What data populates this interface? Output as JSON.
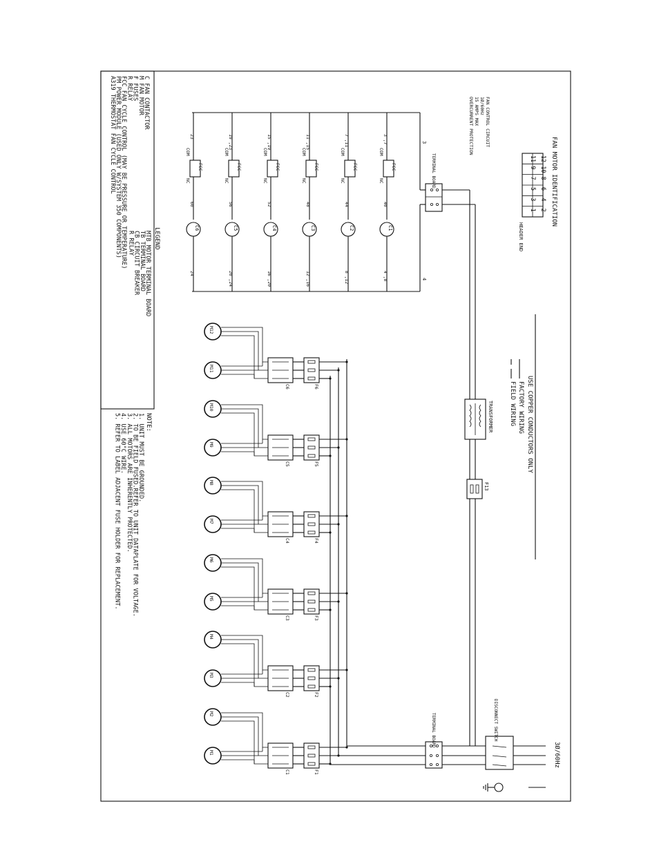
{
  "title": "FAN MOTOR IDENTIFICATION",
  "header_top": [
    "12",
    "10",
    "8",
    "6",
    "4",
    "2"
  ],
  "header_bottom": [
    "11",
    "9",
    "7",
    "5",
    "3",
    "1"
  ],
  "header_end": "HEADER END",
  "fan_control": {
    "lines": [
      "FAN CONTROL CIRCUIT",
      "1Ø/60Hz",
      "15 AMPS MAX",
      "OVERCURRENT PROTECTION"
    ]
  },
  "terminal_board_top": "TERMINAL BOARD",
  "terminal_board_bottom": "TERMINAL BOARD",
  "wire_3": "3",
  "wire_4": "4",
  "fcc_rows": [
    {
      "left": "3 ,7",
      "right": "40",
      "c": "C1",
      "far": "4 ,8"
    },
    {
      "left": "7 ,11",
      "right": "44",
      "c": "C2",
      "far": "8 ,12"
    },
    {
      "left": "11 ,15",
      "right": "48",
      "c": "C3",
      "far": "12 ,16"
    },
    {
      "left": "15 ,19",
      "right": "52",
      "c": "C4",
      "far": "16 ,20"
    },
    {
      "left": "19 ,23",
      "right": "56",
      "c": "C5",
      "far": "20 ,24"
    },
    {
      "left": "23",
      "right": "60",
      "c": "C6",
      "far": "24"
    }
  ],
  "fcc_label": "FCC",
  "com_label": "COM",
  "nc_label": "NC",
  "wiring_note": [
    "USE COPPER CONDUCTORS ONLY",
    "FACTORY WIRING",
    "FIELD WIRING"
  ],
  "transformer": "TRANSFORMER",
  "fuse_f13": "F13",
  "disconnect": "DISCONNECT SWITCH",
  "power": "3Ø/60Hz",
  "motors": [
    "M12",
    "M11",
    "M10",
    "M9",
    "M8",
    "M7",
    "M6",
    "M5",
    "M4",
    "M3",
    "M2",
    "M1"
  ],
  "contactors": [
    "C6",
    "C5",
    "C4",
    "C3",
    "C2",
    "C1"
  ],
  "fuses": [
    "F6",
    "F5",
    "F4",
    "F3",
    "F2",
    "F1"
  ],
  "legend": {
    "title": "LEGEND",
    "left": [
      "C   FAN CONTACTOR",
      "M   FAN MOTOR",
      "F   FUSES",
      "R   RELAY",
      "FCC  FAN CYCLE CONTROL (MAY BE PRESSURE OR TEMPERATURE)",
      "PM   POWER MODULE (USED ONLY W/SYSTEM 350 COMPONENTS)",
      "A319  THERMOSTAT FAN CYCLE CONTROL"
    ],
    "right": [
      "MTB  MOTOR TERMINAL BOARD",
      "TB   TERMINAL BOARD",
      "CB   CIRCUIT BREAKER",
      "R    RELAY"
    ]
  },
  "notes": {
    "title": "NOTE:",
    "items": [
      "1. UNIT MUST BE GROUNDED.",
      "2. TO BE FIELD FUSED.REFER TO UNIT DATAPLATE FOR VOLTAGE.",
      "3. ALL MOTORS ARE INHERENTLY PROTECTED.",
      "4. USE 60°C WIRE.",
      "5. REFER TO LABEL ADJACENT FUSE HOLDER FOR REPLACEMENT."
    ]
  }
}
